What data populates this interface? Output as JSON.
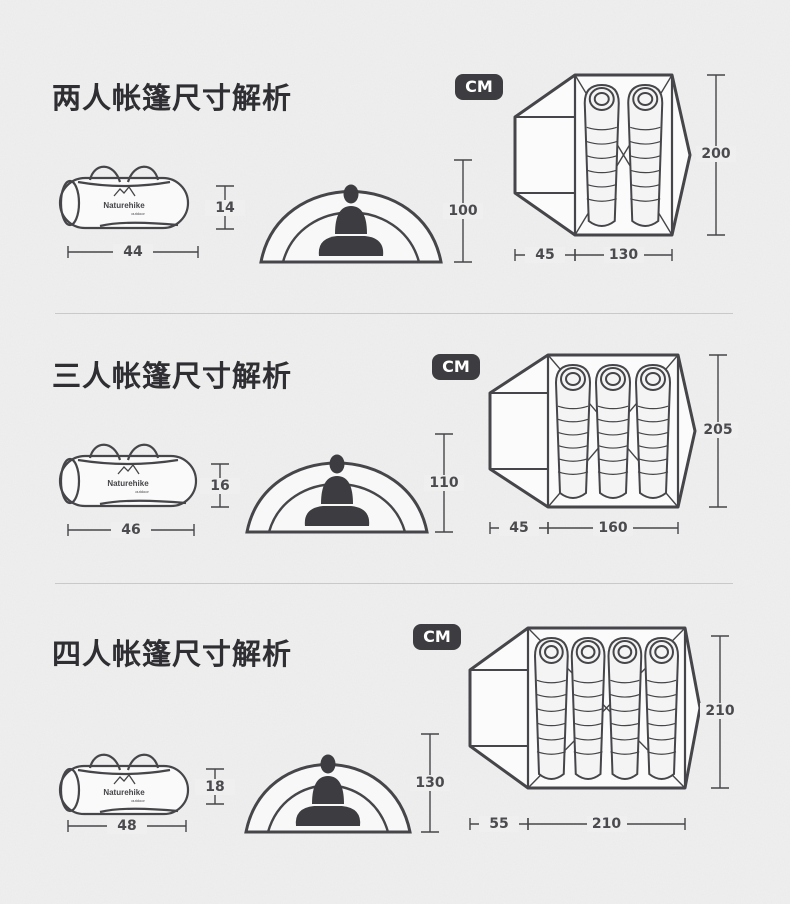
{
  "unit_badge": "CM",
  "brand_text": "Naturehike",
  "brand_sub": "outdoor",
  "sections": [
    {
      "title": "两人帐篷尺寸解析",
      "bag_length": "44",
      "bag_diameter": "14",
      "tent_height": "100",
      "vestibule_depth": "45",
      "floor_width": "130",
      "floor_length": "200",
      "sleeping_bags": 2
    },
    {
      "title": "三人帐篷尺寸解析",
      "bag_length": "46",
      "bag_diameter": "16",
      "tent_height": "110",
      "vestibule_depth": "45",
      "floor_width": "160",
      "floor_length": "205",
      "sleeping_bags": 3
    },
    {
      "title": "四人帐篷尺寸解析",
      "bag_length": "48",
      "bag_diameter": "18",
      "tent_height": "130",
      "vestibule_depth": "55",
      "floor_width": "210",
      "floor_length": "210",
      "sleeping_bags": 4
    }
  ]
}
